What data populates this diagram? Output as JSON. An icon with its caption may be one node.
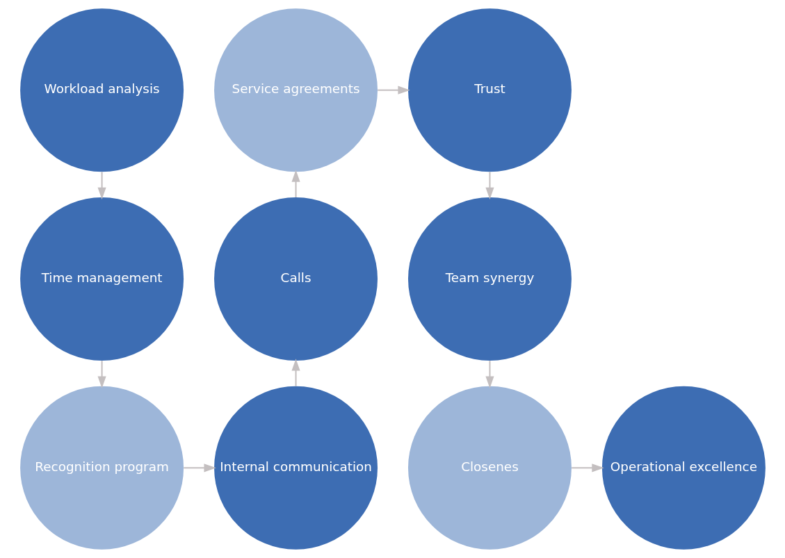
{
  "diagram": {
    "nodes": [
      {
        "text": [
          "Workload analysis"
        ]
      },
      {
        "text": [
          "Service agreements"
        ]
      },
      {
        "text": [
          "Trust"
        ]
      },
      {
        "text": [
          "Time management"
        ]
      },
      {
        "text": [
          "Calls"
        ]
      },
      {
        "text": [
          "Team synergy"
        ]
      },
      {
        "text": [
          "Recognition program"
        ]
      },
      {
        "text": [
          "Internal communication"
        ]
      },
      {
        "text": [
          "Closenes"
        ]
      },
      {
        "text": [
          "Operational excellence"
        ]
      }
    ],
    "edges": [
      {
        "from": 0,
        "to": 3,
        "arrow": "to"
      },
      {
        "from": 3,
        "to": 6,
        "arrow": "to"
      },
      {
        "from": 6,
        "to": 7,
        "arrow": "to"
      },
      {
        "from": 7,
        "to": 4,
        "arrow": "to"
      },
      {
        "from": 4,
        "to": 1,
        "arrow": "to"
      },
      {
        "from": 1,
        "to": 2,
        "arrow": "to"
      },
      {
        "from": 2,
        "to": 5,
        "arrow": "to"
      },
      {
        "from": 5,
        "to": 8,
        "arrow": "to"
      },
      {
        "from": 8,
        "to": 9,
        "arrow": "to"
      }
    ]
  }
}
